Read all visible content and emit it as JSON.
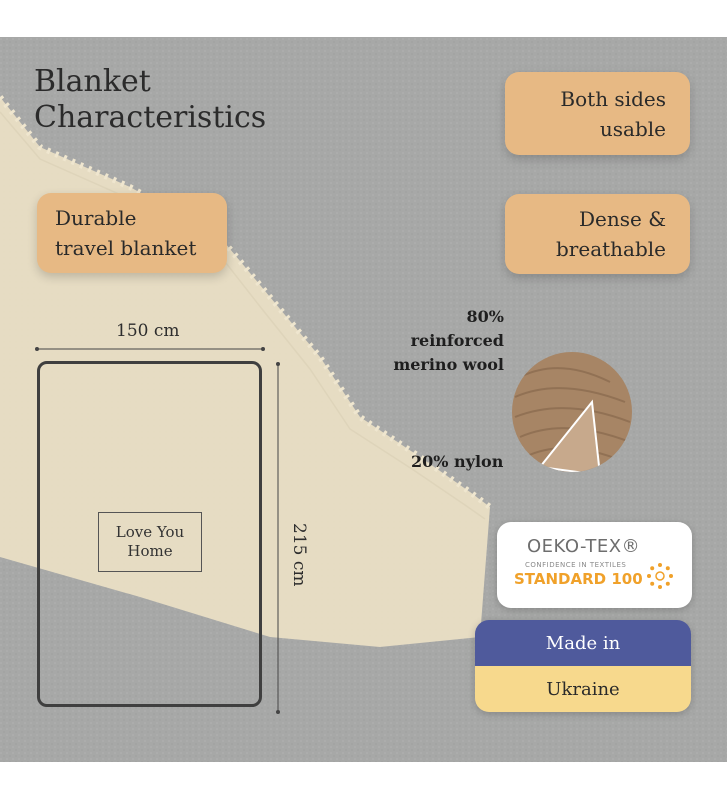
{
  "title": {
    "line1": "Blanket",
    "line2": "Characteristics"
  },
  "features": {
    "both_sides": {
      "line1": "Both sides",
      "line2": "usable"
    },
    "durable": {
      "line1": "Durable",
      "line2": "travel blanket"
    },
    "dense": {
      "line1": "Dense &",
      "line2": "breathable"
    }
  },
  "composition": {
    "wool_line1": "80% reinforced",
    "wool_line2": "merino wool",
    "nylon": "20% nylon"
  },
  "dimensions": {
    "width": "150 cm",
    "height": "215 cm"
  },
  "tag": {
    "line1": "Love You",
    "line2": "Home"
  },
  "certification": {
    "brand": "OEKO-TEX®",
    "subtitle": "CONFIDENCE IN TEXTILES",
    "standard": "STANDARD 100"
  },
  "origin": {
    "line1": "Made in",
    "line2": "Ukraine"
  },
  "colors": {
    "background": "#a7a8a7",
    "pill": "#e7b984",
    "blanket": "#e9dec4",
    "wool": "#a78565",
    "flag_blue": "#4f5a9c",
    "flag_yellow": "#f7d98d",
    "oeko_orange": "#f0a12a"
  }
}
